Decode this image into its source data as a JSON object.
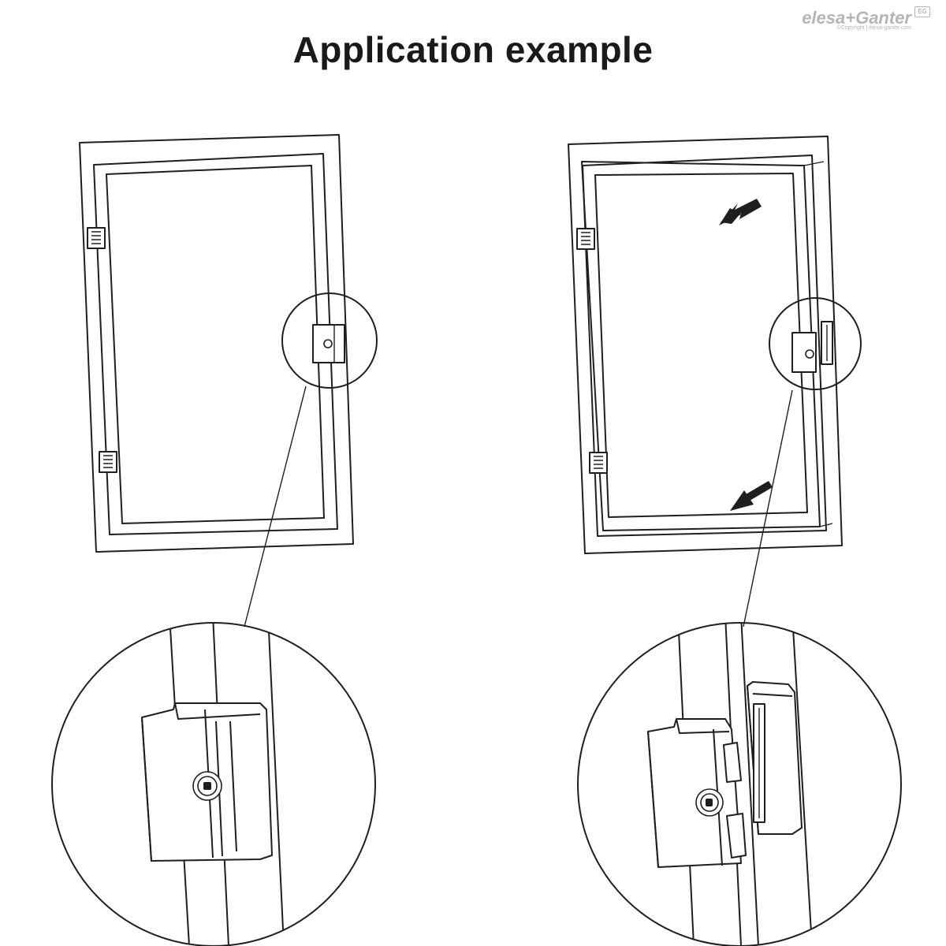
{
  "title": "Application example",
  "logo": {
    "name": "elesa+Ganter",
    "badge": "EG",
    "copyright": "©Copyright | elesa-ganter.com"
  },
  "colors": {
    "ink": "#1f1f1f",
    "logo": "#b5b5b5"
  },
  "illustrations": [
    {
      "id": "closed",
      "state": "door closed, latch engaged"
    },
    {
      "id": "open",
      "state": "door opening, latch released"
    }
  ]
}
